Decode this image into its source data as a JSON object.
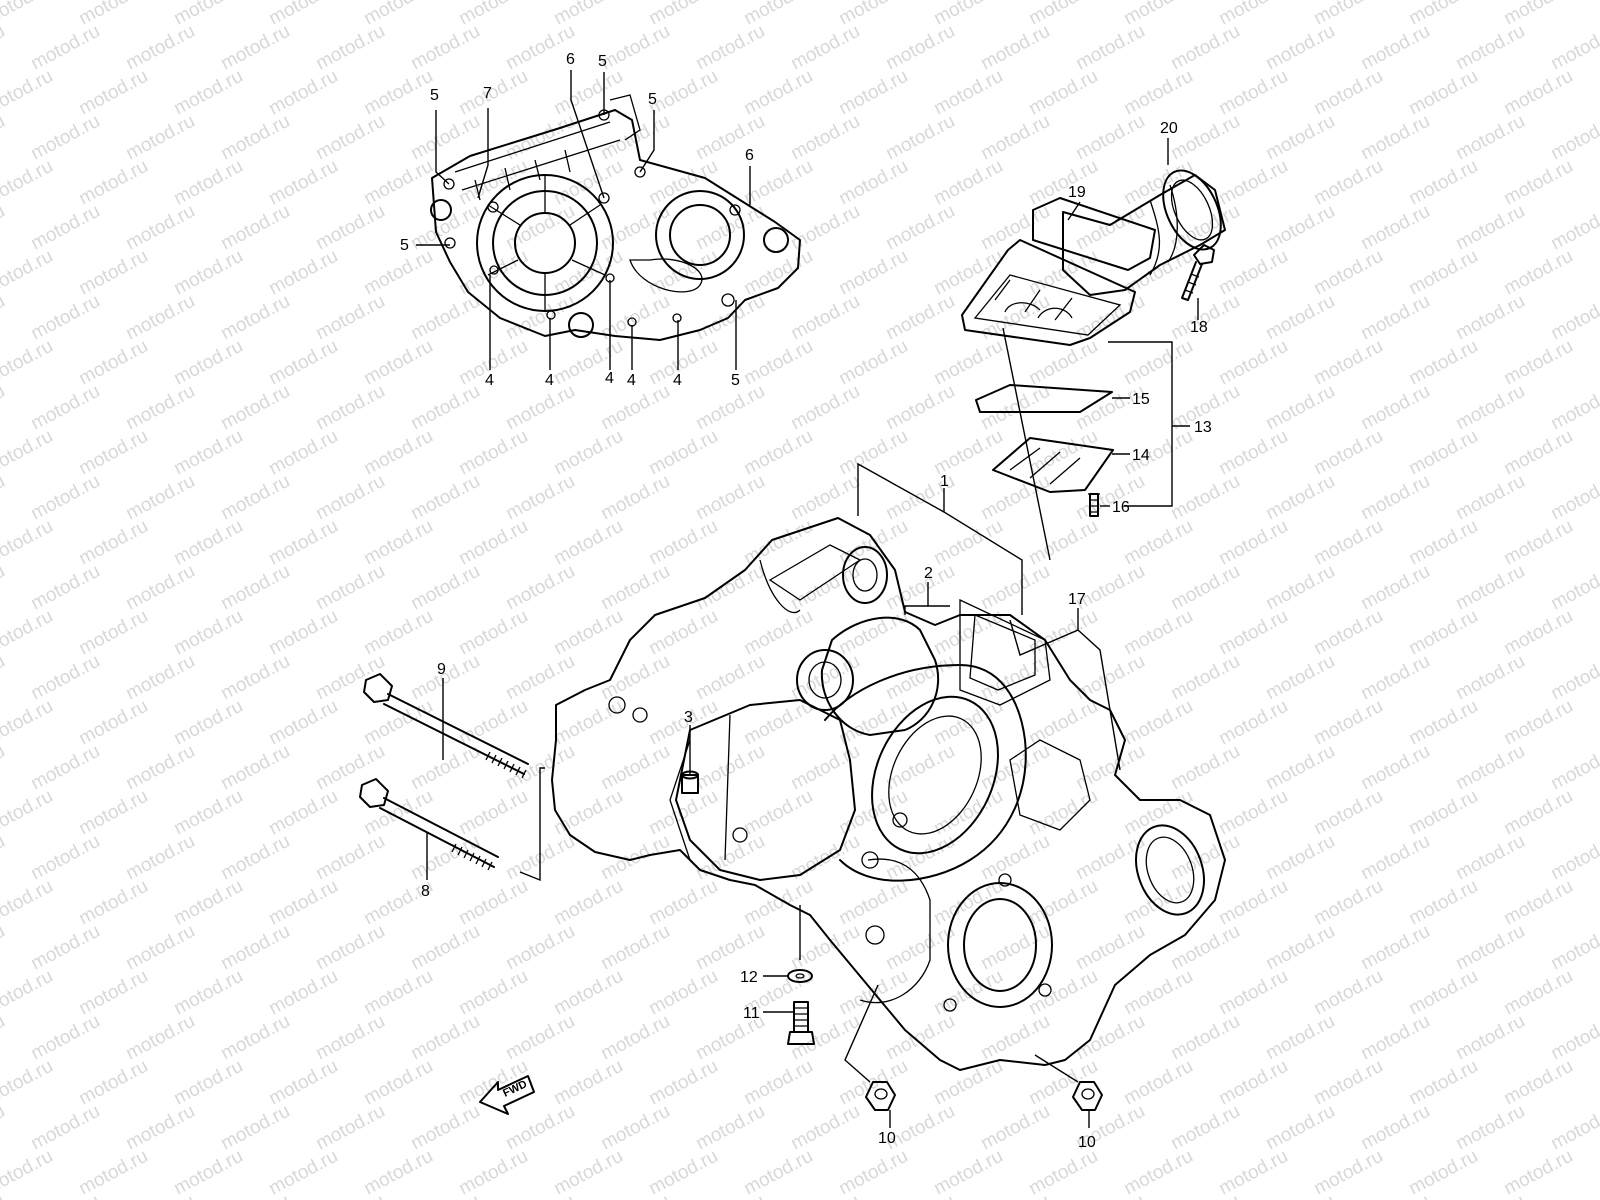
{
  "watermark": "motod.ru",
  "fwd_label": "FWD",
  "callouts": {
    "p1": "1",
    "p2": "2",
    "p3": "3",
    "p4a": "4",
    "p4b": "4",
    "p4c": "4",
    "p4d": "4",
    "p4e": "4",
    "p5a": "5",
    "p5b": "5",
    "p5c": "5",
    "p5d": "5",
    "p5e": "5",
    "p6a": "6",
    "p6b": "6",
    "p7": "7",
    "p8": "8",
    "p9": "9",
    "p10a": "10",
    "p10b": "10",
    "p11": "11",
    "p12": "12",
    "p13": "13",
    "p14": "14",
    "p15": "15",
    "p16": "16",
    "p17": "17",
    "p18": "18",
    "p19": "19",
    "p20": "20"
  },
  "colors": {
    "line": "#000000",
    "watermark": "#d8d8d8",
    "background": "#ffffff"
  }
}
